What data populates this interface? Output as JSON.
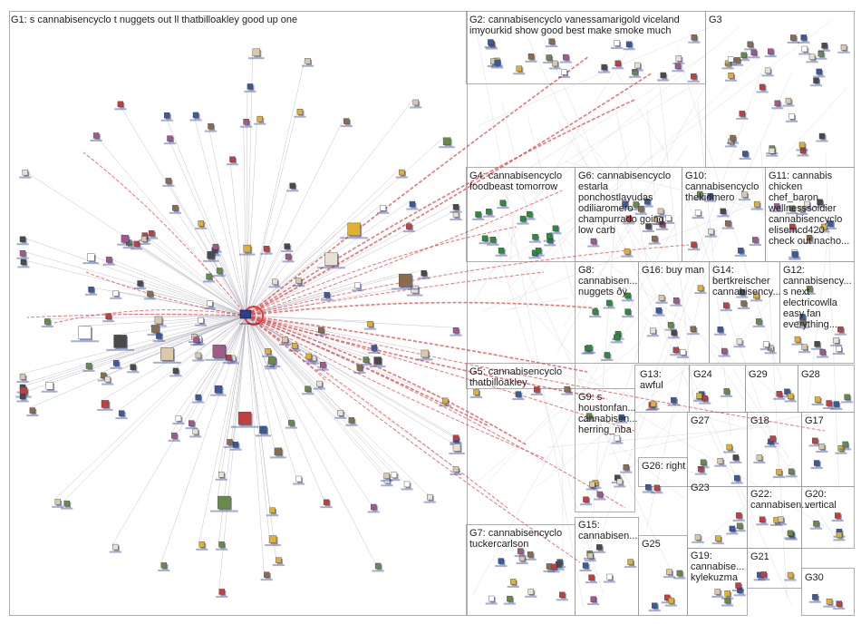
{
  "graph": {
    "groups": [
      {
        "id": "G1",
        "label": "G1: s cannabisencyclo t nuggets out ll thatbilloakley good up one",
        "lines": []
      },
      {
        "id": "G2",
        "label": "G2: cannabisencyclo vanessamarigold viceland",
        "lines": [
          "imyourkid show good best make smoke much"
        ]
      },
      {
        "id": "G3",
        "label": "G3",
        "lines": []
      },
      {
        "id": "G4",
        "label": "G4: cannabisencyclo",
        "lines": [
          "foodbeast tomorrow"
        ]
      },
      {
        "id": "G6",
        "label": "G6: cannabisencyclo",
        "lines": [
          "estarla",
          "ponchostlayudas",
          "odiliaromero",
          "champurrado going",
          "low carb"
        ]
      },
      {
        "id": "G10",
        "label": "G10:",
        "lines": [
          "cannabisencyclo",
          "thekidmero"
        ]
      },
      {
        "id": "G11",
        "label": "G11: cannabis",
        "lines": [
          "chicken",
          "chef_baron",
          "wellnesssoldier",
          "cannabisencyclo",
          "elisemcd420",
          "check out nacho..."
        ]
      },
      {
        "id": "G8",
        "label": "G8:",
        "lines": [
          "cannabisen...",
          "nuggets ðÿ"
        ]
      },
      {
        "id": "G16",
        "label": "G16: buy man",
        "lines": []
      },
      {
        "id": "G14",
        "label": "G14:",
        "lines": [
          "bertkreischer",
          "cannabisency..."
        ]
      },
      {
        "id": "G12",
        "label": "G12:",
        "lines": [
          "cannabisency...",
          "s next",
          "electricowlla",
          "easy fan",
          "everything..."
        ]
      },
      {
        "id": "G5",
        "label": "G5: cannabisencyclo",
        "lines": [
          "thatbilloakley"
        ]
      },
      {
        "id": "G13",
        "label": "G13:",
        "lines": [
          "awful"
        ]
      },
      {
        "id": "G24",
        "label": "G24",
        "lines": []
      },
      {
        "id": "G29",
        "label": "G29",
        "lines": []
      },
      {
        "id": "G28",
        "label": "G28",
        "lines": []
      },
      {
        "id": "G9",
        "label": "G9: s",
        "lines": [
          "houstonfan...",
          "cannabisen...",
          "herring_nba"
        ]
      },
      {
        "id": "G27",
        "label": "G27",
        "lines": []
      },
      {
        "id": "G18",
        "label": "G18",
        "lines": []
      },
      {
        "id": "G17",
        "label": "G17",
        "lines": []
      },
      {
        "id": "G26",
        "label": "G26: right",
        "lines": []
      },
      {
        "id": "G23",
        "label": "G23",
        "lines": []
      },
      {
        "id": "G22",
        "label": "G22:",
        "lines": [
          "cannabisen..."
        ]
      },
      {
        "id": "G20",
        "label": "G20:",
        "lines": [
          "vertical"
        ]
      },
      {
        "id": "G7",
        "label": "G7: cannabisencyclo",
        "lines": [
          "tuckercarlson"
        ]
      },
      {
        "id": "G15",
        "label": "G15:",
        "lines": [
          "cannabisen..."
        ]
      },
      {
        "id": "G25",
        "label": "G25",
        "lines": []
      },
      {
        "id": "G19",
        "label": "G19:",
        "lines": [
          "cannabise...",
          "kylekuzma"
        ]
      },
      {
        "id": "G21",
        "label": "G21",
        "lines": []
      },
      {
        "id": "G30",
        "label": "G30",
        "lines": []
      }
    ],
    "hub_label": "cannabisencyclo",
    "colors": {
      "background": "#ffffff",
      "group_border": "#9a9a9a",
      "edge_gray": "#b4b4c0",
      "edge_red": "#e24a4a",
      "node_blue": "#2b3a8c",
      "node_green": "#2e8b3a"
    }
  }
}
